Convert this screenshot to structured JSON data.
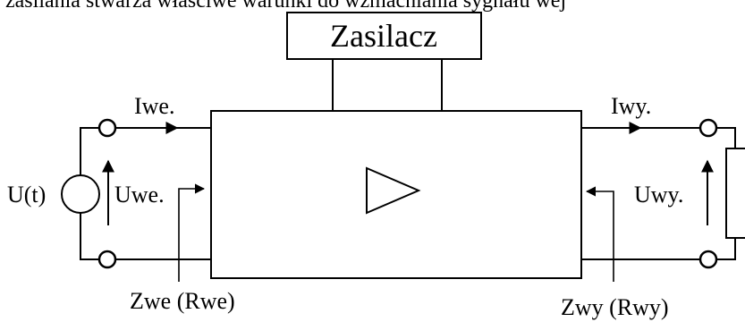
{
  "caption_top": "zasilania stwarza właściwe warunki do wzmacniania sygnału wej",
  "power_supply_label": "Zasilacz",
  "source_label": "U(t)",
  "input_current_label": "Iwe.",
  "input_voltage_label": "Uwe.",
  "output_current_label": "Iwy.",
  "output_voltage_label": "Uwy.",
  "input_impedance_label": "Zwe (Rwe)",
  "output_impedance_label": "Zwy (Rwy)"
}
